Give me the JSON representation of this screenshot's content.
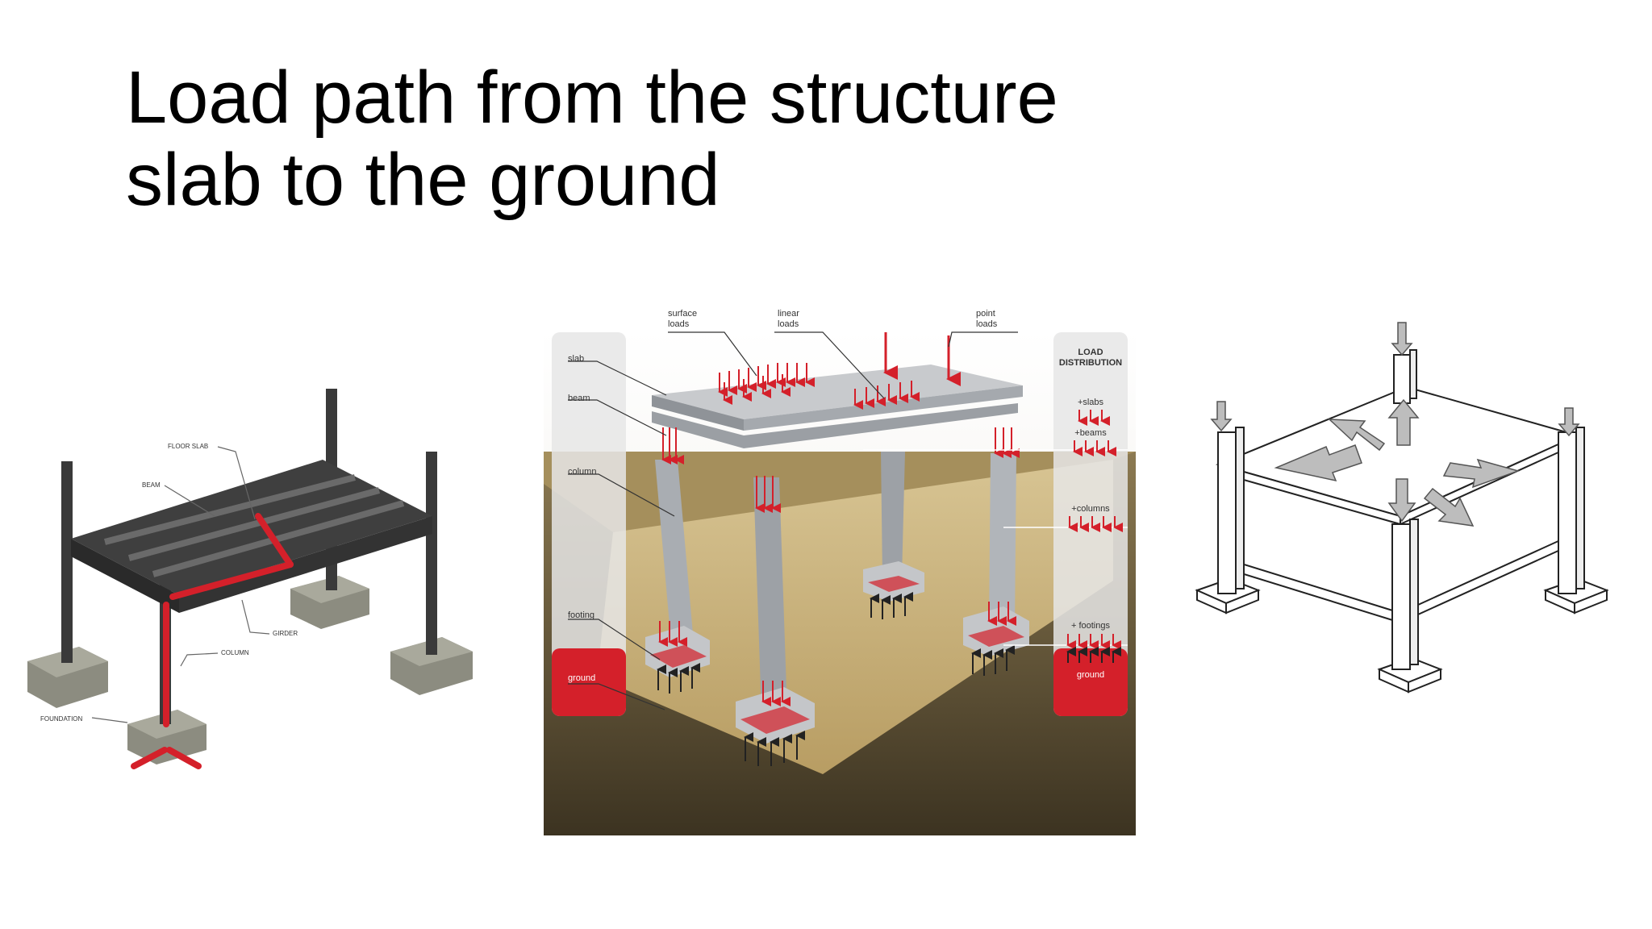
{
  "slide": {
    "title_line1": "Load path from the structure",
    "title_line2": "slab to the ground"
  },
  "left_diagram": {
    "labels": {
      "floor_slab": "FLOOR SLAB",
      "beam": "BEAM",
      "girder": "GIRDER",
      "column": "COLUMN",
      "foundation": "FOUNDATION"
    }
  },
  "center_diagram": {
    "top_labels": {
      "surface": "surface\nloads",
      "linear": "linear\nloads",
      "point": "point\nloads"
    },
    "left_labels": {
      "slab": "slab",
      "beam": "beam",
      "column": "column",
      "footing": "footing",
      "ground": "ground"
    },
    "right_panel": {
      "title_line1": "LOAD",
      "title_line2": "DISTRIBUTION",
      "slabs": "+slabs",
      "beams": "+beams",
      "columns": "+columns",
      "footings": "+ footings",
      "ground": "ground"
    },
    "colors": {
      "accent_red": "#d4202a",
      "panel_gray": "#d9d9d9",
      "soil_dark": "#4a3f28",
      "soil_sand": "#c9b27a",
      "concrete": "#b9bcc0"
    }
  }
}
